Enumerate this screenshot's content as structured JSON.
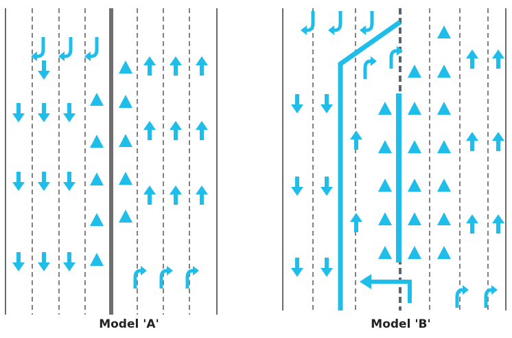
{
  "colors": {
    "accent": "#1ebdea",
    "line": "#6b6b6b",
    "lane": "#808080",
    "divider": "#6e6e6e",
    "bus_lane": "#5a6470",
    "text": "#222222"
  },
  "diagrams": [
    {
      "id": "model-a",
      "caption": "Model 'A'",
      "symbols": [
        "down-arrow-icon",
        "up-arrow-icon",
        "triangle-icon",
        "u-turn-icon",
        "curved-arrow-icon"
      ]
    },
    {
      "id": "model-b",
      "caption": "Model 'B'",
      "symbols": [
        "down-arrow-icon",
        "up-arrow-icon",
        "triangle-icon",
        "u-turn-icon",
        "curved-arrow-icon",
        "left-arrow-icon",
        "route-line"
      ]
    }
  ]
}
